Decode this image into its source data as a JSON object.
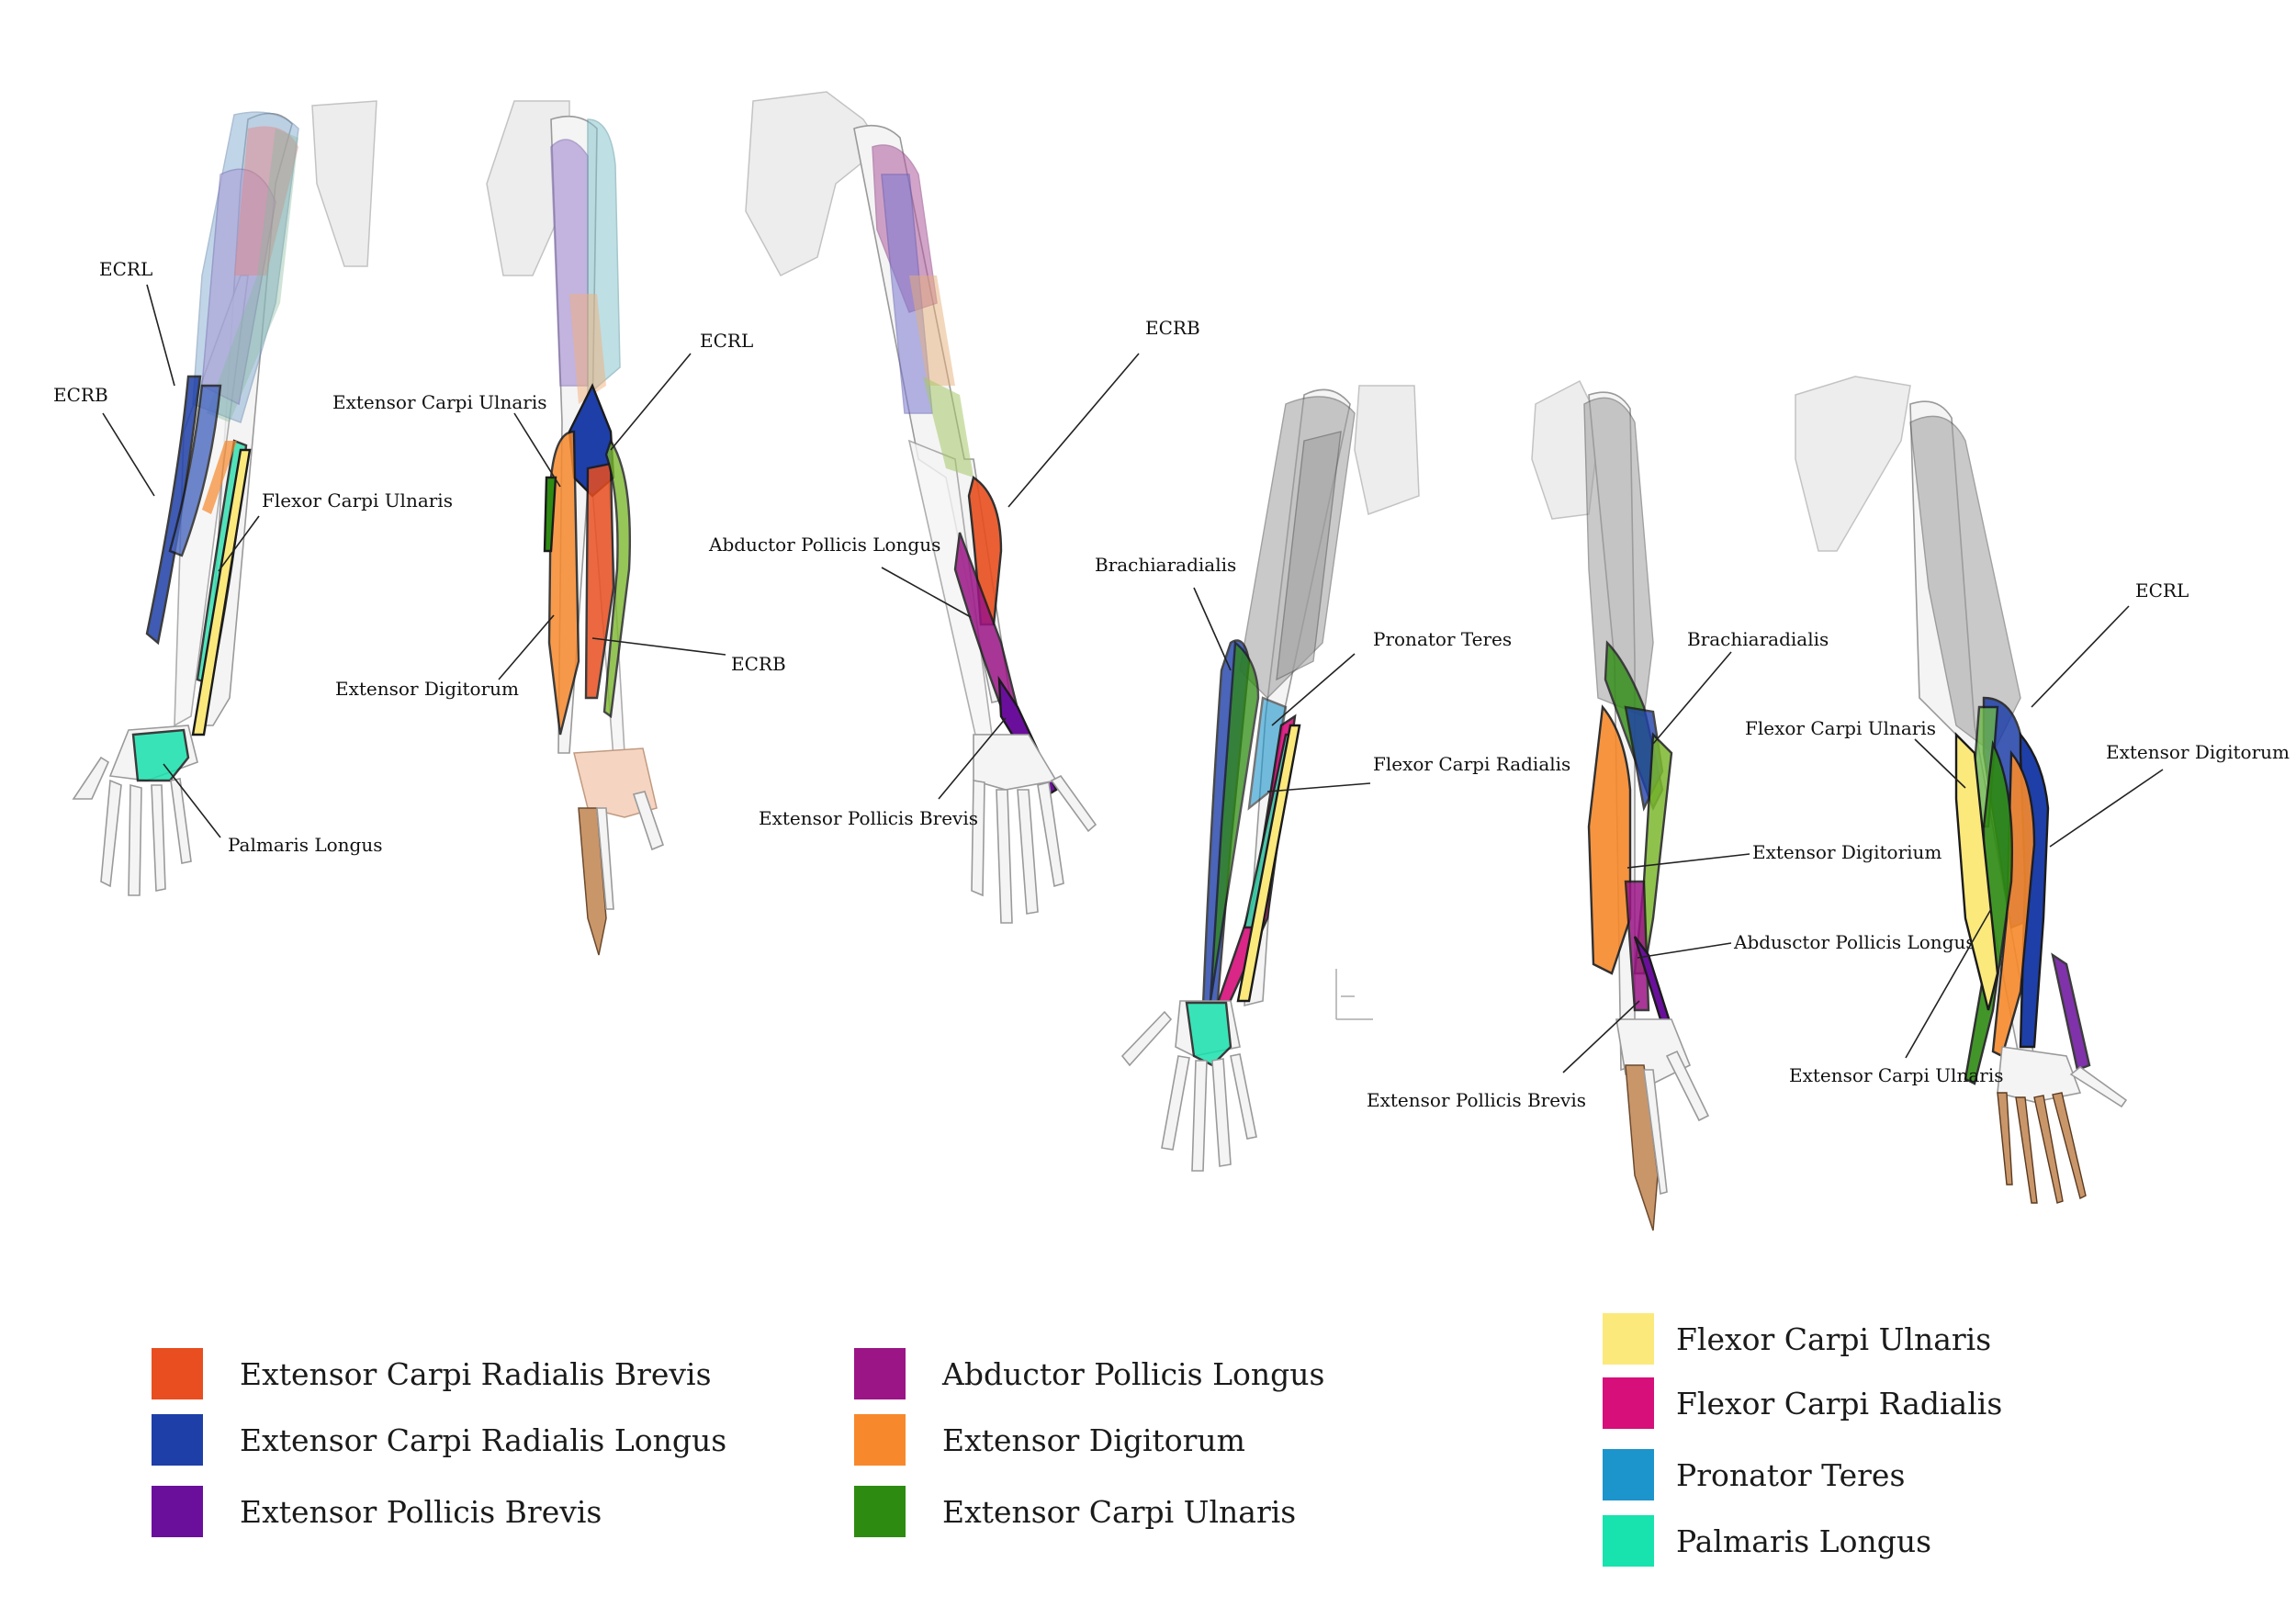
{
  "figure_1": {
    "labels": [
      "ECRL",
      "ECRB",
      "Flexor Carpi Ulnaris",
      "Palmaris Longus"
    ]
  },
  "figure_2": {
    "labels": [
      "ECRL",
      "Extensor Carpi Ulnaris",
      "Extensor Digitorum",
      "ECRB"
    ]
  },
  "figure_3": {
    "labels": [
      "ECRB",
      "Abductor Pollicis Longus",
      "Extensor Pollicis Brevis"
    ]
  },
  "figure_4": {
    "labels": [
      "Brachiaradialis",
      "Pronator Teres",
      "Flexor Carpi Radialis"
    ]
  },
  "figure_5": {
    "labels": [
      "Brachiaradialis",
      "Extensor Digitorium",
      "Abdusctor Pollicis Longus",
      "Extensor Pollicis Brevis"
    ]
  },
  "figure_6": {
    "labels": [
      "ECRL",
      "Flexor Carpi Ulnaris",
      "Extensor Digitorum",
      "Extensor Carpi Ulnaris"
    ]
  },
  "legend": [
    {
      "label": "Extensor Carpi Radialis Brevis",
      "color": "#e84e1f"
    },
    {
      "label": "Extensor Carpi Radialis Longus",
      "color": "#1e3fa8"
    },
    {
      "label": "Extensor Pollicis Brevis",
      "color": "#6a0f9c"
    },
    {
      "label": "Abductor Pollicis Longus",
      "color": "#9b1586"
    },
    {
      "label": "Extensor Digitorum",
      "color": "#f7892c"
    },
    {
      "label": "Extensor Carpi Ulnaris",
      "color": "#2e8b12"
    },
    {
      "label": "Flexor Carpi Ulnaris",
      "color": "#fbe97c"
    },
    {
      "label": "Flexor Carpi Radialis",
      "color": "#d60f7a"
    },
    {
      "label": "Pronator Teres",
      "color": "#1c94cc"
    },
    {
      "label": "Palmaris Longus",
      "color": "#18e2ad"
    }
  ]
}
